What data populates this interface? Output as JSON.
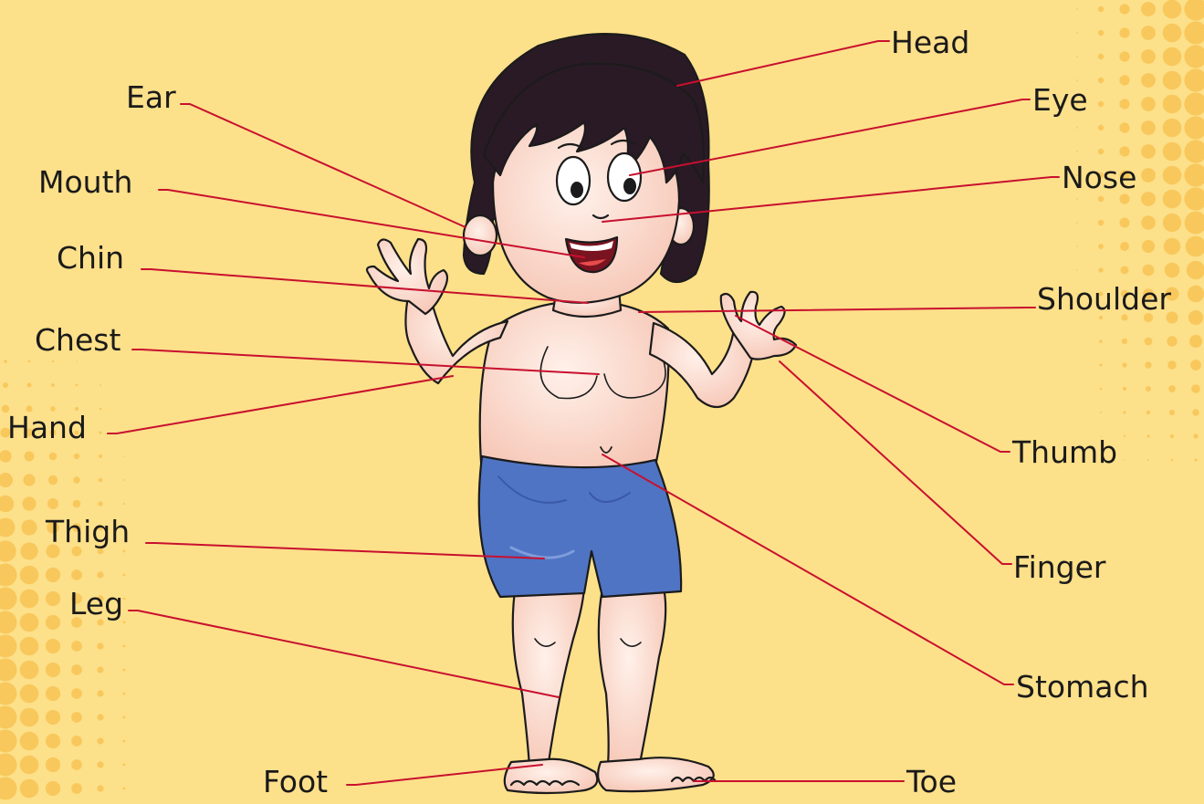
{
  "labels": {
    "head": "Head",
    "eye": "Eye",
    "nose": "Nose",
    "shoulder": "Shoulder",
    "thumb": "Thumb",
    "finger": "Finger",
    "stomach": "Stomach",
    "toe": "Toe",
    "ear": "Ear",
    "mouth": "Mouth",
    "chin": "Chin",
    "chest": "Chest",
    "hand": "Hand",
    "thigh": "Thigh",
    "leg": "Leg",
    "foot": "Foot"
  },
  "colors": {
    "background": "#fde08a",
    "dots": "#f8c85c",
    "leader_line": "#c8102e",
    "skin": "#fde3d5",
    "skin_shadow": "#f2b9a8",
    "hair": "#2a1a26",
    "shorts": "#4f74c4",
    "outline": "#1b1b1b",
    "text": "#1a1a1a"
  }
}
